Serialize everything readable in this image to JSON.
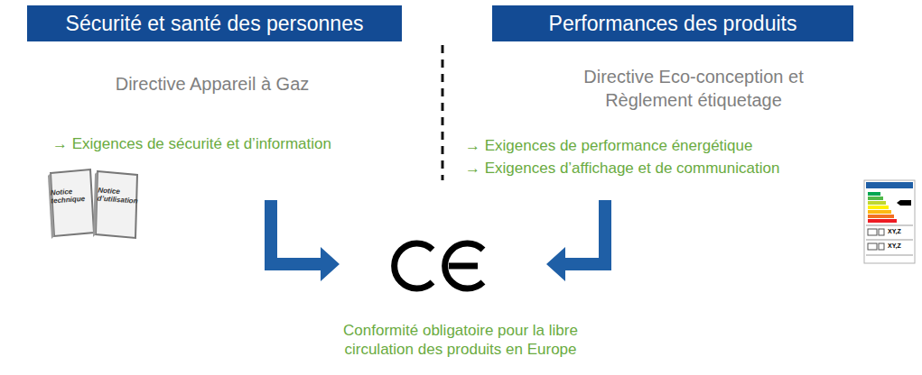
{
  "diagram": {
    "nodes": [
      {
        "text": [
          "Sécurité et santé des personnes"
        ]
      },
      {
        "text": [
          "Performances des produits"
        ]
      }
    ],
    "labels": [
      "Directive Appareil à Gaz",
      "→ Exigences de sécurité et d’information",
      "Notice technique",
      "Notice d’utilisation",
      "Directive Eco-conception et Règlement étiquetage",
      "→ Exigences de performance énergétique",
      "→ Exigences d’affichage et de communication",
      "XY,Z",
      "XY,Z",
      "Conformité obligatoire pour la libre circulation des produits en Europe"
    ]
  }
}
